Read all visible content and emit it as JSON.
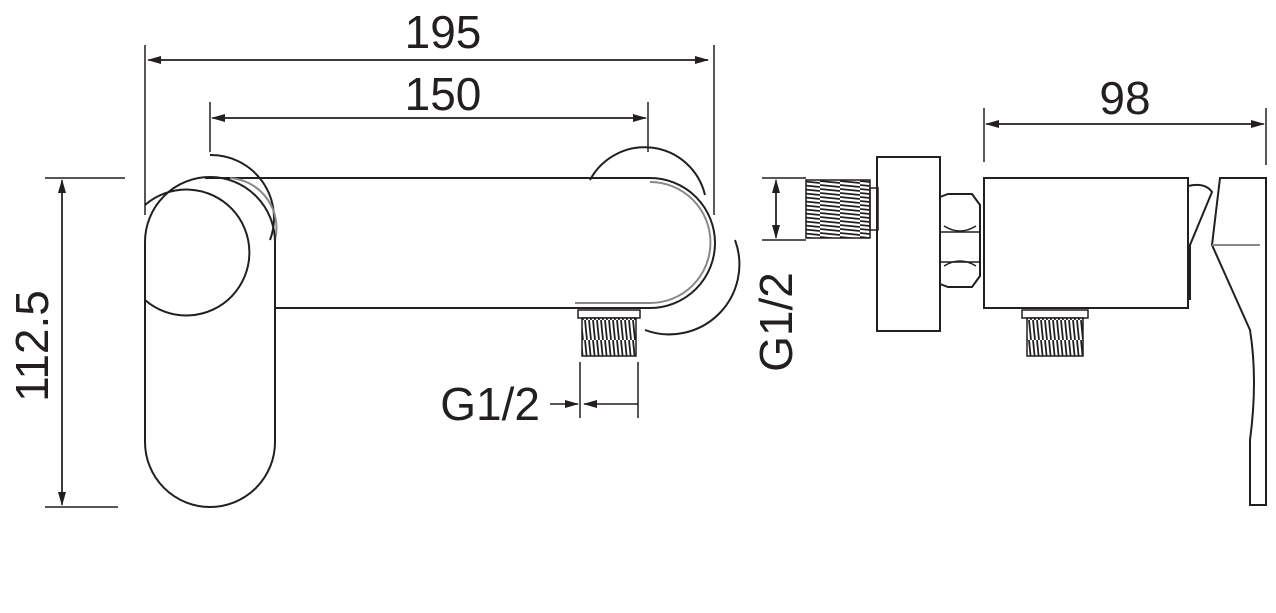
{
  "front_view": {
    "width_overall": "195",
    "width_centers": "150",
    "height_overall": "112.5",
    "outlet_thread": "G1/2"
  },
  "side_view": {
    "depth_overall": "98",
    "inlet_thread": "G1/2"
  },
  "colors": {
    "line": "#231f20",
    "ghost": "#888888",
    "background": "#ffffff"
  }
}
